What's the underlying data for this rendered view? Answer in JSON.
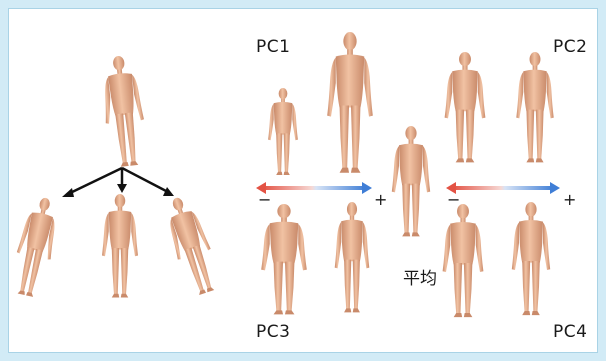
{
  "labels": {
    "pc1": "PC1",
    "pc2": "PC2",
    "pc3": "PC3",
    "pc4": "PC4",
    "average": "平均",
    "minus_left": "−",
    "plus_left": "+",
    "minus_right": "−",
    "plus_right": "+"
  },
  "colors": {
    "frame": "#d2ebf6",
    "panel": "#ffffff",
    "skin": "#e8b393",
    "skin_shade": "#c98a6a",
    "arrow_negative": "#e35244",
    "arrow_positive": "#3f7ed6"
  }
}
